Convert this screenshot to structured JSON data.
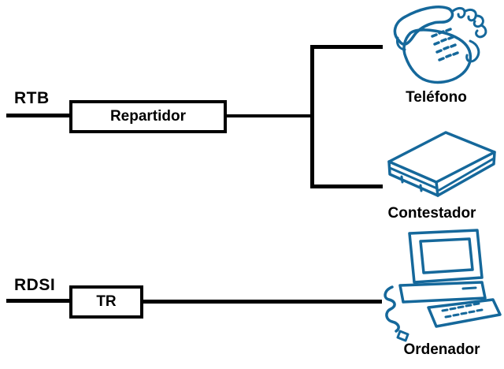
{
  "diagram": {
    "colors": {
      "background": "#ffffff",
      "line": "#000000",
      "icon_blue": "#15689b",
      "text": "#000000"
    },
    "rtb": {
      "label": "RTB",
      "box_label": "Repartidor",
      "devices": [
        {
          "icon": "telephone-icon",
          "label": "Teléfono"
        },
        {
          "icon": "answering-machine-icon",
          "label": "Contestador"
        }
      ]
    },
    "rdsi": {
      "label": "RDSI",
      "box_label": "TR",
      "devices": [
        {
          "icon": "computer-icon",
          "label": "Ordenador"
        }
      ]
    }
  }
}
